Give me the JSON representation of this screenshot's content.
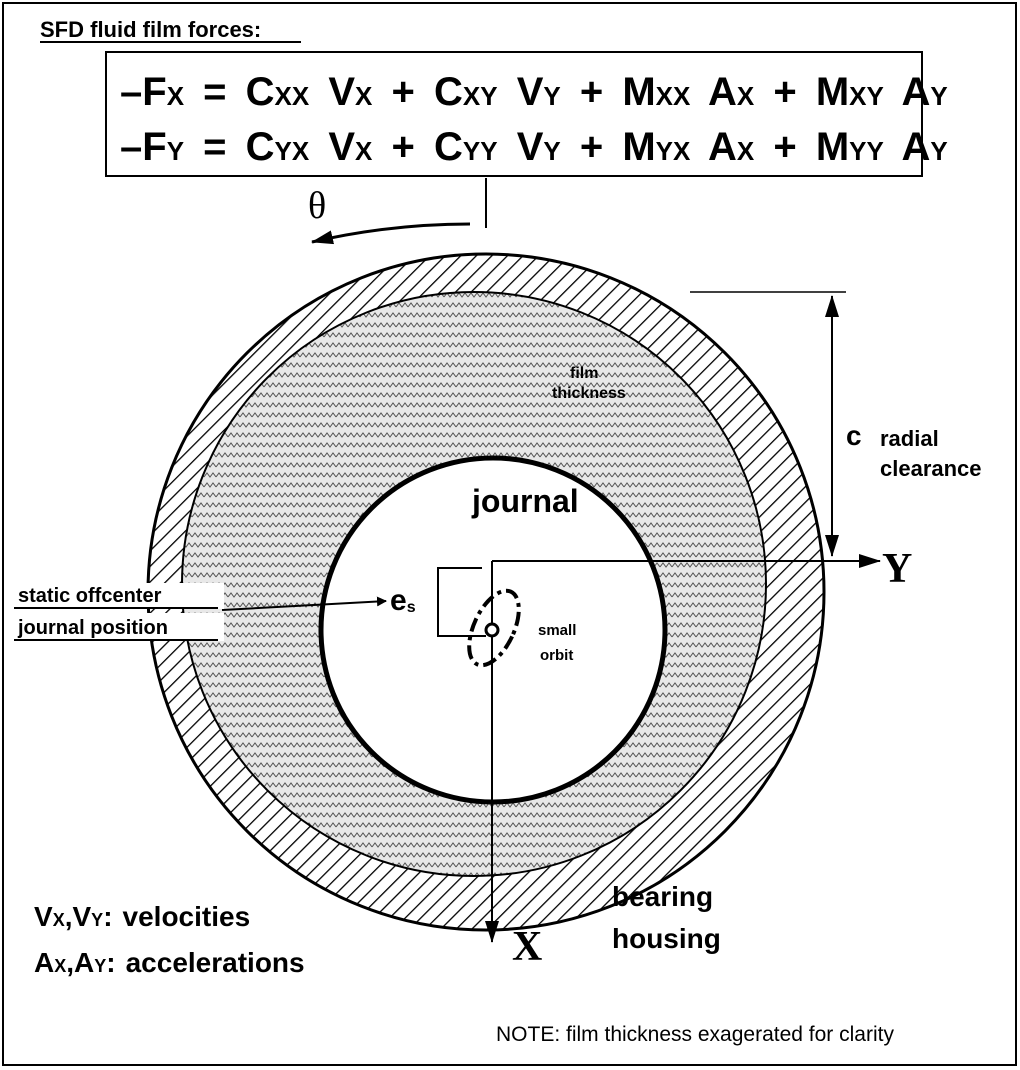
{
  "header": "SFD fluid film forces:",
  "equation_x": {
    "lhs": "–F",
    "lhs_sub": "X",
    "terms": [
      {
        "op": "=",
        "coef": "C",
        "coef_sub": "XX",
        "var": "V",
        "var_sub": "X"
      },
      {
        "op": "+",
        "coef": "C",
        "coef_sub": "XY",
        "var": "V",
        "var_sub": "Y"
      },
      {
        "op": "+",
        "coef": "M",
        "coef_sub": "XX",
        "var": "A",
        "var_sub": "X"
      },
      {
        "op": "+",
        "coef": "M",
        "coef_sub": "XY",
        "var": "A",
        "var_sub": "Y"
      }
    ]
  },
  "equation_y": {
    "lhs": "–F",
    "lhs_sub": "Y",
    "terms": [
      {
        "op": "=",
        "coef": "C",
        "coef_sub": "YX",
        "var": "V",
        "var_sub": "X"
      },
      {
        "op": "+",
        "coef": "C",
        "coef_sub": "YY",
        "var": "V",
        "var_sub": "Y"
      },
      {
        "op": "+",
        "coef": "M",
        "coef_sub": "YX",
        "var": "A",
        "var_sub": "X"
      },
      {
        "op": "+",
        "coef": "M",
        "coef_sub": "YY",
        "var": "A",
        "var_sub": "Y"
      }
    ]
  },
  "theta": "θ",
  "film_thickness": [
    "film",
    "thickness"
  ],
  "clearance_symbol": "c",
  "clearance_label": [
    "radial",
    "clearance"
  ],
  "journal": "journal",
  "axis_y": "Y",
  "axis_x": "X",
  "eccentricity": {
    "symbol": "e",
    "sub": "s"
  },
  "static_label": [
    "static  offcenter",
    "journal  position"
  ],
  "orbit_label": [
    "small",
    "orbit"
  ],
  "bearing_label": [
    "bearing",
    "housing"
  ],
  "legend": [
    {
      "sym1": "V",
      "sub1": "X",
      "sym2": "V",
      "sub2": "Y",
      "text": "velocities"
    },
    {
      "sym1": "A",
      "sub1": "X",
      "sym2": "A",
      "sub2": "Y",
      "text": "accelerations"
    }
  ],
  "note": "NOTE: film thickness exagerated for clarity"
}
